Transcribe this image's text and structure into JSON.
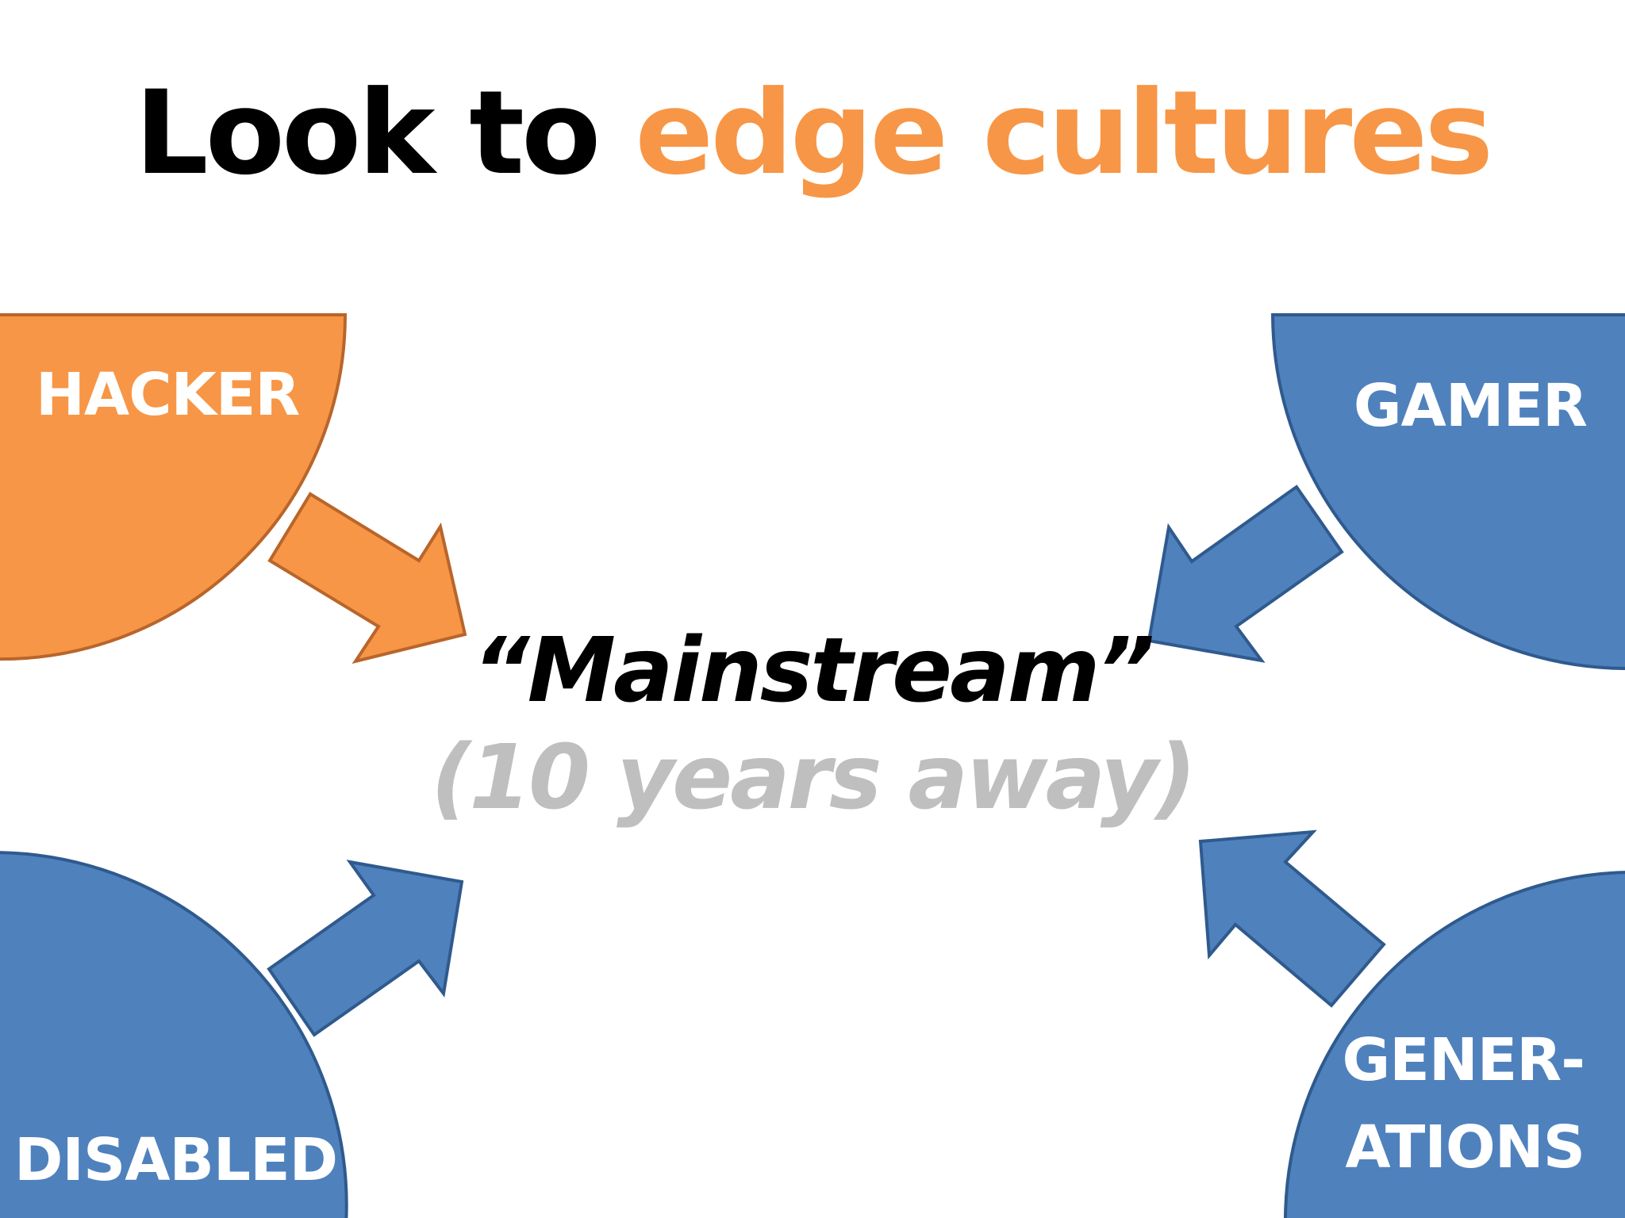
{
  "title": {
    "prefix": "Look to",
    "highlight": "edge cultures"
  },
  "center": {
    "main": "“Mainstream”",
    "sub": "(10 years away)"
  },
  "nodes": {
    "hacker": {
      "label": "HACKER"
    },
    "gamer": {
      "label": "GAMER"
    },
    "disabled": {
      "label": "DISABLED"
    },
    "generations": {
      "line1": "GENER-",
      "line2": "ATIONS"
    }
  },
  "colors": {
    "orange": "#f79646",
    "orange_border": "#b9652a",
    "blue": "#4f81bd",
    "blue_border": "#2f5a8e",
    "title": "#000000",
    "sub": "#bfbfbf"
  }
}
